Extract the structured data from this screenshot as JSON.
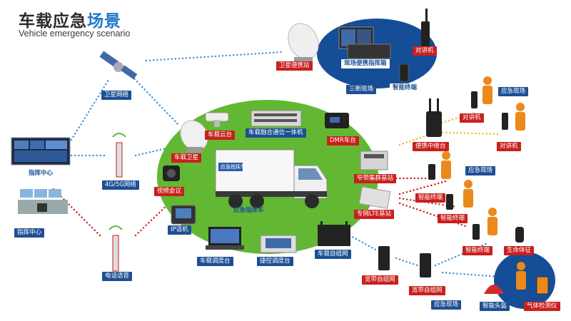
{
  "title": {
    "main": "车载应急",
    "accent": "场景"
  },
  "subtitle": "Vehicle emergency scenario",
  "labels": {
    "satellite_portable": "卫星便携站",
    "portable_command_box": "现场便携指挥箱",
    "walkie_top": "对讲机",
    "sanduan": "三断现场",
    "smart_terminal_top": "智能终端",
    "satellite_network": "卫星网络",
    "command_center_1": "指挥中心",
    "command_center_2": "指挥中心",
    "network_4g5g": "4G/5G网络",
    "phone_voice": "电话语音",
    "vehicle_gimbal": "车载云台",
    "fusion_comm": "车载融合通信一体机",
    "dmr": "DMR车台",
    "vehicle_satellite": "车载卫星",
    "video_conf": "视频会议",
    "ip_phone": "IP话机",
    "vehicle_dispatch": "车载调度台",
    "control_dispatch": "捷控调度台",
    "vehicle_adhoc": "车载自组网",
    "command_vehicle": "应急指挥车",
    "truck_text": "应急指挥车",
    "portable_relay": "便携中继台",
    "narrowband_base": "窄带集群基站",
    "lte_base": "专网LTE基站",
    "scene_right_top": "应急现场",
    "walkie_r1": "对讲机",
    "walkie_r2": "对讲机",
    "scene_mid": "应急现场",
    "smart_r1": "智能终端",
    "smart_r2": "智能终端",
    "smart_r3": "智能终端",
    "vital_signs": "生命体征",
    "wideband_1": "宽带自组网",
    "wideband_2": "宽带自组网",
    "scene_bottom": "应急现场",
    "smart_helmet": "智能头盔",
    "gas_detector": "气体检测仪"
  },
  "colors": {
    "accent": "#1f78c8",
    "red_label": "#c9201e",
    "blue_label": "#1d4f95",
    "green": "#62b832",
    "navy": "#154d96"
  }
}
